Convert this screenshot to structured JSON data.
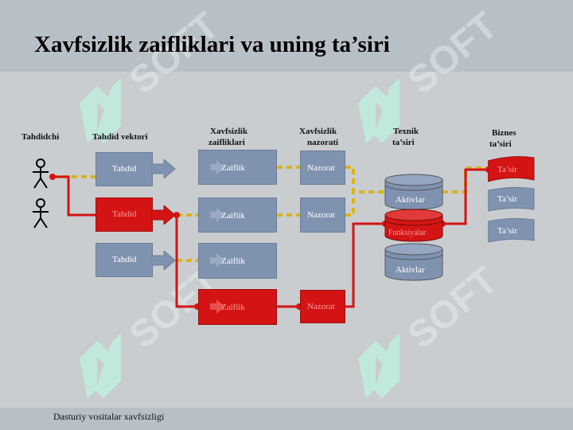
{
  "title": "Xavfsizlik zaifliklari va uning ta’siri",
  "footer": "Dasturiy vositalar xavfsizligi",
  "watermark": "SOFT",
  "colors": {
    "blue_box": "#7f93b1",
    "red": "#d41414",
    "dashed": "#d8b31c",
    "band": "#b7c0c6",
    "watermark": "#bfeedd"
  },
  "columns": {
    "attacker": "Tahdidchi",
    "vector": "Tahdid vektori",
    "vuln_line1": "Xavfsizlik",
    "vuln_line2": "zaifliklari",
    "control_line1": "Xavfsizlik",
    "control_line2": "nazorati",
    "tech_line1": "Texnik",
    "tech_line2": "ta’siri",
    "biz_line1": "Biznes",
    "biz_line2": "ta’siri"
  },
  "threats": [
    "Tahdid",
    "Tahdid",
    "Tahdid"
  ],
  "vulnerabilities": [
    "Zaiflik",
    "Zaiflik",
    "Zaiflik",
    "Zaiflik"
  ],
  "controls": [
    "Nazorat",
    "Nazorat",
    "Nazorat"
  ],
  "assets": [
    "Aktivlar",
    "Funksiyalar",
    "Aktivlar"
  ],
  "impacts": [
    "Ta’sir",
    "Ta’sir",
    "Ta’sir"
  ],
  "icons": [
    "person-icon",
    "person-icon"
  ]
}
